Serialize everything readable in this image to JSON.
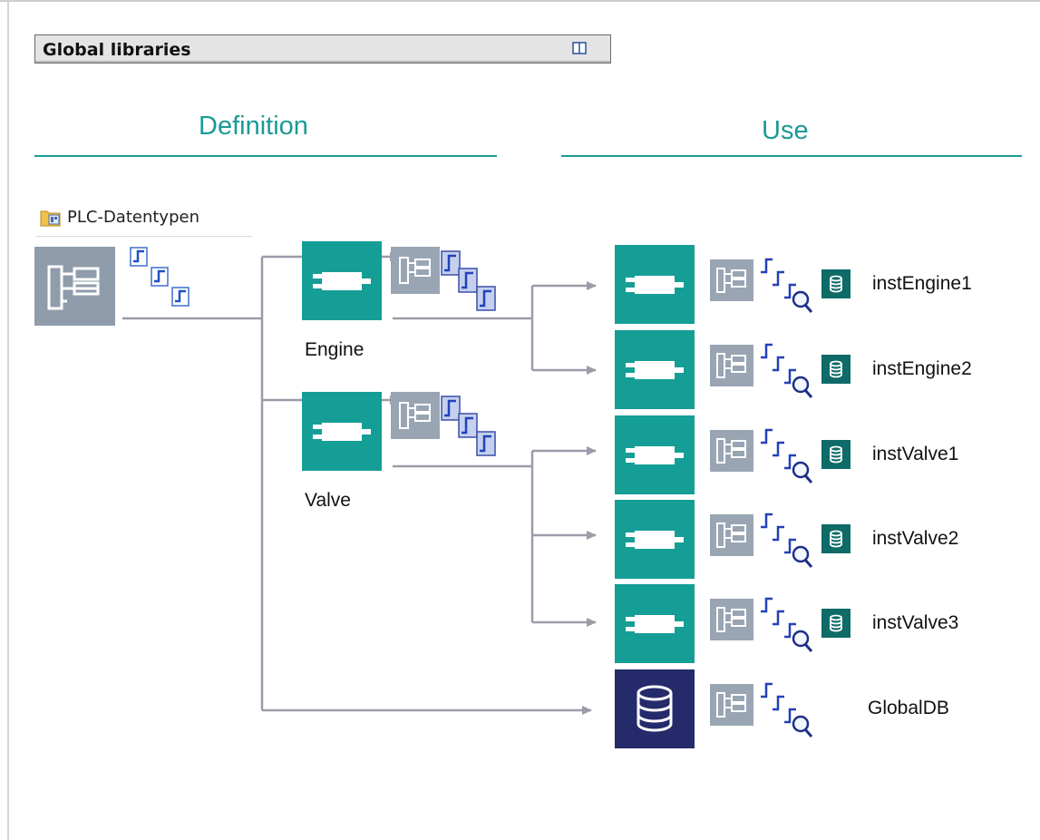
{
  "library_header": {
    "title": "Global libraries",
    "book_icon": "book-icon"
  },
  "sections": {
    "definition": "Definition",
    "use": "Use"
  },
  "plc_folder": {
    "label": "PLC-Datentypen",
    "icon": "plc-folder-icon"
  },
  "colors": {
    "teal": "#159e96",
    "navy": "#252a6b",
    "gray_icon": "#8f9cab",
    "connector": "#9d9aa9",
    "accent_text": "#1a9a96",
    "db_badge": "#0e6b68"
  },
  "definitions": [
    {
      "name": "Engine",
      "icon": "function-block-icon"
    },
    {
      "name": "Valve",
      "icon": "function-block-icon"
    }
  ],
  "instances": [
    {
      "name": "instEngine1",
      "type": "Engine",
      "icon": "function-block-icon",
      "db_badge": true
    },
    {
      "name": "instEngine2",
      "type": "Engine",
      "icon": "function-block-icon",
      "db_badge": true
    },
    {
      "name": "instValve1",
      "type": "Valve",
      "icon": "function-block-icon",
      "db_badge": true
    },
    {
      "name": "instValve2",
      "type": "Valve",
      "icon": "function-block-icon",
      "db_badge": true
    },
    {
      "name": "instValve3",
      "type": "Valve",
      "icon": "function-block-icon",
      "db_badge": true
    },
    {
      "name": "GlobalDB",
      "type": "PLC-Datentypen",
      "icon": "database-icon",
      "db_badge": false
    }
  ]
}
